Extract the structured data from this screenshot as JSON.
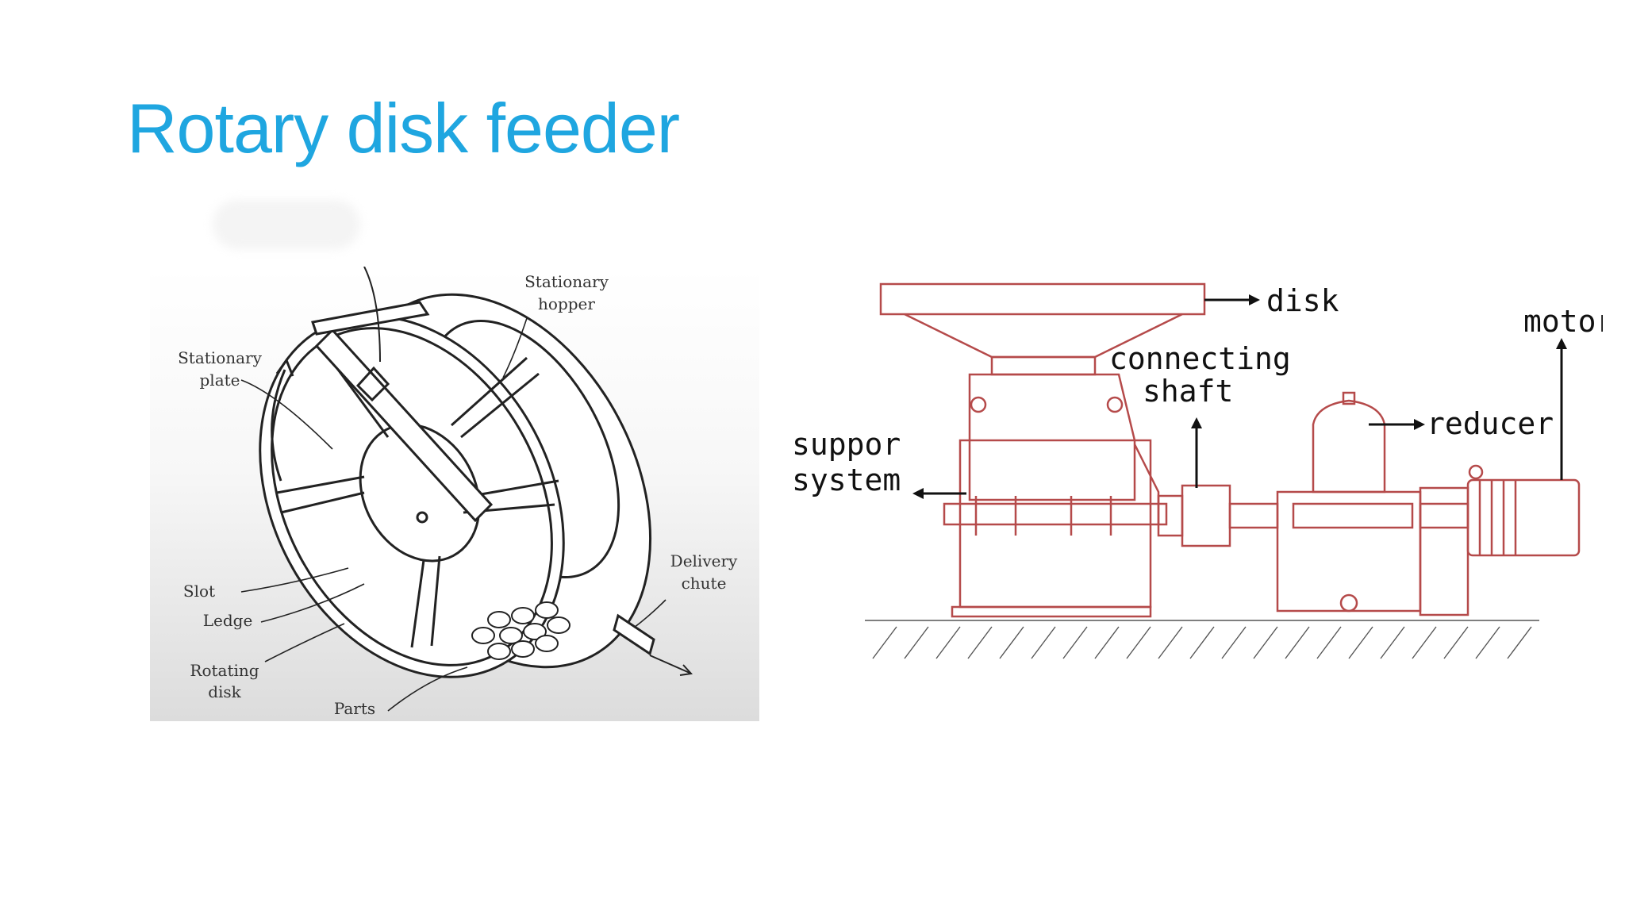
{
  "slide": {
    "title": "Rotary disk feeder"
  },
  "left_figure": {
    "labels": {
      "stationary_hopper_1": "Stationary",
      "stationary_hopper_2": "hopper",
      "stationary_plate_1": "Stationary",
      "stationary_plate_2": "plate",
      "slot": "Slot",
      "ledge": "Ledge",
      "rotating_disk_1": "Rotating",
      "rotating_disk_2": "disk",
      "parts": "Parts",
      "delivery_chute_1": "Delivery",
      "delivery_chute_2": "chute"
    }
  },
  "right_figure": {
    "labels": {
      "disk": "disk",
      "motor": "motor",
      "connecting_1": "connecting",
      "connecting_2": "shaft",
      "reducer": "reducer",
      "support_1": "suppor",
      "support_2": "system"
    }
  },
  "colors": {
    "title": "#1fa6e0",
    "drawing_red": "#b54a4a",
    "drawing_ink": "#222222"
  }
}
